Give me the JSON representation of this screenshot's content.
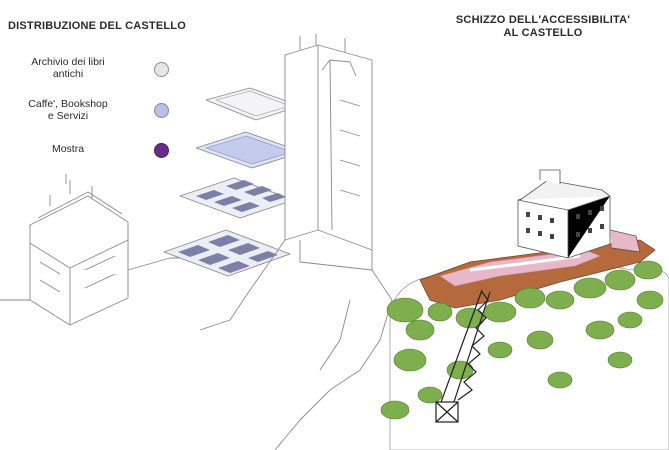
{
  "titles": {
    "left": "DISTRIBUZIONE DEL CASTELLO",
    "right_line1": "SCHIZZO DELL'ACCESSIBILITA'",
    "right_line2": "AL CASTELLO"
  },
  "legend": [
    {
      "label_line1": "Archivio dei libri",
      "label_line2": "antichi",
      "color": "#e6e6e6"
    },
    {
      "label_line1": "Caffe', Bookshop",
      "label_line2": "e Servizi",
      "color": "#b9c0e8"
    },
    {
      "label_line1": "Mostra",
      "label_line2": "",
      "color": "#6a2c8a"
    }
  ],
  "colors": {
    "sketch_line": "#8a8a8a",
    "floor_fill": "#eceef6",
    "floor_blocks": "#7c80a6",
    "rock": "#b46a3c",
    "vegetation": "#7fae4e",
    "path_pink": "#e8b8c8",
    "lift_tower": "#1f1f1f"
  }
}
